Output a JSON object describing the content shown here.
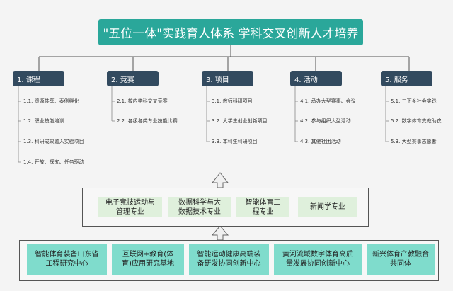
{
  "title": "\"五位一体\"实践育人体系 学科交叉创新人才培养",
  "categories": [
    {
      "label": "1. 课程",
      "items": [
        "1.1. 资源共享、泰例孵化",
        "1.2. 职业技能培训",
        "1.3. 科研成果融入实验项目",
        "1.4. 开放、探究、任务驱动"
      ]
    },
    {
      "label": "2. 竞赛",
      "items": [
        "2.1. 校内学科交叉竞赛",
        "2.2. 各级各类专业技能比赛"
      ]
    },
    {
      "label": "3. 项目",
      "items": [
        "3.1. 教师科研项目",
        "3.2. 大学生创业创新项目",
        "3.3. 本科生科研项目"
      ]
    },
    {
      "label": "4. 活动",
      "items": [
        "4.1. 承办大型赛事、会议",
        "4.2. 参与组织大型活动",
        "4.3. 其他社团活动"
      ]
    },
    {
      "label": "5. 服务",
      "items": [
        "5.1. 三下乡社会实践",
        "5.2. 数字体育支教助农",
        "5.3. 大型赛事志愿者"
      ]
    }
  ],
  "majors": [
    [
      "电子竞技运动与",
      "管理专业"
    ],
    [
      "数据科学与大",
      "数据技术专业"
    ],
    [
      "智能体育工",
      "程专业"
    ],
    [
      "新闻学专业"
    ]
  ],
  "platforms": [
    [
      "智能体育装备山东省",
      "工程研究中心"
    ],
    [
      "互联网+教育(体",
      "育)应用研究基地"
    ],
    [
      "智能运动健康高端装",
      "备研发协同创新中心"
    ],
    [
      "黄河流域数字体育高质",
      "量发展协同创新中心"
    ],
    [
      "新兴体育产教融合",
      "共同体"
    ]
  ]
}
